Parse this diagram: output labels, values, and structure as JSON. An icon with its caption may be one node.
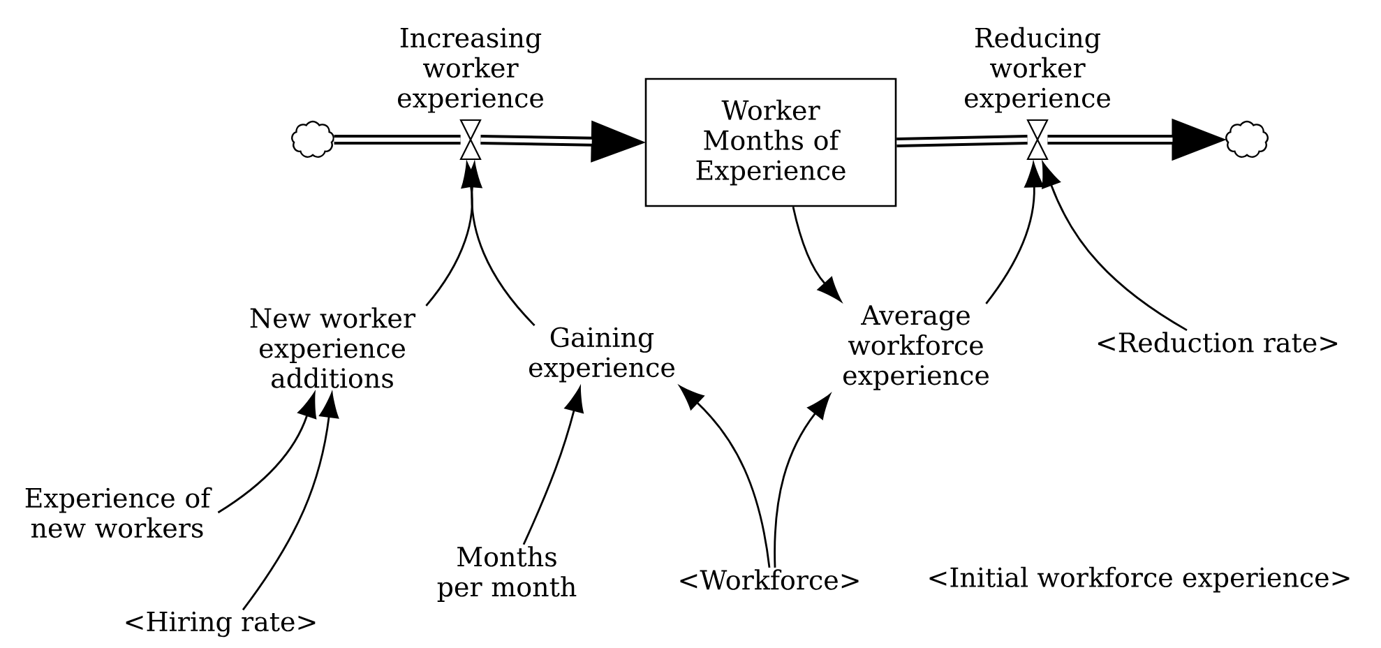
{
  "diagram": {
    "nodes": [
      {
        "text": [],
        "shape": "cloud"
      },
      {
        "text": [
          "Increasing worker experience"
        ]
      },
      {
        "text": [
          "Worker Months of Experience"
        ]
      },
      {
        "text": [
          "Reducing worker experience"
        ]
      },
      {
        "text": [],
        "shape": "cloud"
      },
      {
        "text": [
          "New worker experience additions"
        ]
      },
      {
        "text": [
          "Gaining experience"
        ]
      },
      {
        "text": [
          "Average workforce experience"
        ]
      },
      {
        "text": [
          "<Reduction rate>"
        ]
      },
      {
        "text": [
          "Experience of new workers"
        ]
      },
      {
        "text": [
          "<Hiring rate>"
        ]
      },
      {
        "text": [
          "Months per month"
        ]
      },
      {
        "text": [
          "<Workforce>"
        ]
      }
    ],
    "edges": [
      {
        "from": 0,
        "to": 1,
        "arrow": "none",
        "style": "thick"
      },
      {
        "from": 1,
        "to": 2,
        "arrow": "to",
        "style": "thick"
      },
      {
        "from": 2,
        "to": 3,
        "arrow": "none",
        "style": "thick"
      },
      {
        "from": 3,
        "to": 4,
        "arrow": "to",
        "style": "thick"
      },
      {
        "from": 5,
        "to": 1,
        "arrow": "to"
      },
      {
        "from": 6,
        "to": 1,
        "arrow": "to"
      },
      {
        "from": 2,
        "to": 7,
        "arrow": "to"
      },
      {
        "from": 7,
        "to": 3,
        "arrow": "to"
      },
      {
        "from": 8,
        "to": 3,
        "arrow": "to"
      },
      {
        "from": 9,
        "to": 5,
        "arrow": "to"
      },
      {
        "from": 10,
        "to": 5,
        "arrow": "to"
      },
      {
        "from": 11,
        "to": 6,
        "arrow": "to"
      },
      {
        "from": 12,
        "to": 6,
        "arrow": "to"
      },
      {
        "from": 12,
        "to": 7,
        "arrow": "to"
      }
    ],
    "labels": [
      "<Initial workforce experience>"
    ]
  }
}
